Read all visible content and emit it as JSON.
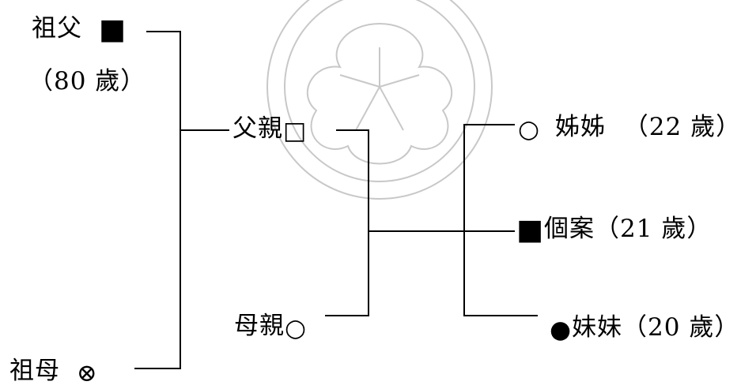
{
  "grandfather": {
    "label": "祖父",
    "symbol": "■",
    "age": "（80 歲）"
  },
  "grandmother": {
    "label": "祖母",
    "symbol": "⊗"
  },
  "father": {
    "label": "父親",
    "symbol": "□"
  },
  "mother": {
    "label": "母親",
    "symbol": "○"
  },
  "sister": {
    "symbol": "○",
    "label": "姊姊",
    "age": "（22 歲）"
  },
  "subject": {
    "symbol": "■",
    "label": "個案（21 歲）"
  },
  "younger_sister": {
    "symbol": "●",
    "label": "妹妹（20 歲）"
  }
}
